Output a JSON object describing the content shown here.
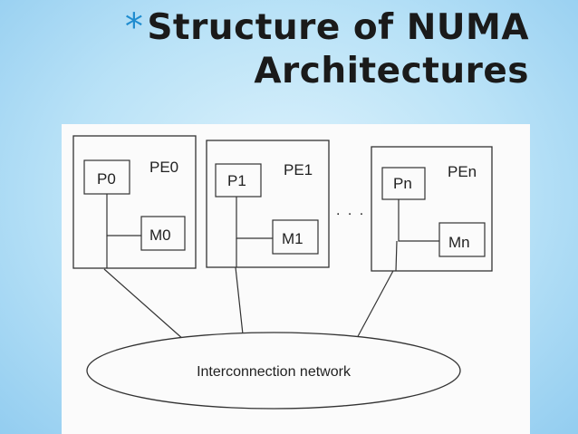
{
  "slide": {
    "bullet": "*",
    "title_line1": "Structure of NUMA",
    "title_line2": "Architectures"
  },
  "diagram": {
    "nodes": [
      {
        "pe": "PE0",
        "processor": "P0",
        "memory": "M0"
      },
      {
        "pe": "PE1",
        "processor": "P1",
        "memory": "M1"
      },
      {
        "pe": "PEn",
        "processor": "Pn",
        "memory": "Mn"
      }
    ],
    "ellipsis": ". . .",
    "network_label": "Interconnection network"
  }
}
